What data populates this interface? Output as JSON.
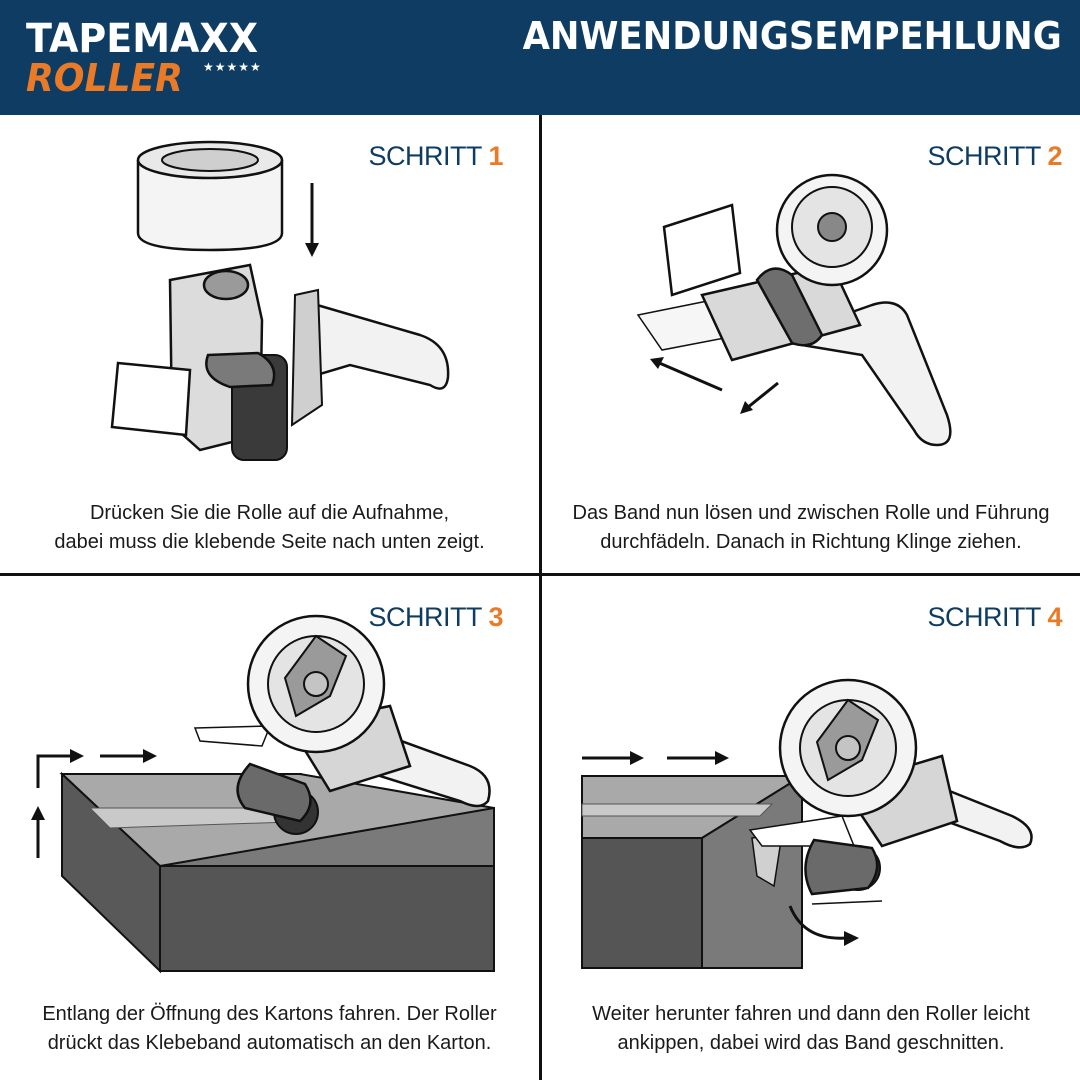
{
  "header": {
    "brand_line1": "TAPEMAXX",
    "brand_line2": "ROLLER",
    "stars": "★★★★★",
    "title": "ANWENDUNGSEMPEHLUNG"
  },
  "steps": [
    {
      "label": "SCHRITT",
      "number": "1",
      "caption_line1": "Drücken Sie die Rolle auf die Aufnahme,",
      "caption_line2": "dabei muss die klebende Seite nach unten zeigt."
    },
    {
      "label": "SCHRITT",
      "number": "2",
      "caption_line1": "Das Band nun lösen und zwischen Rolle und Führung",
      "caption_line2": "durchfädeln. Danach in Richtung Klinge ziehen."
    },
    {
      "label": "SCHRITT",
      "number": "3",
      "caption_line1": "Entlang der Öffnung des Kartons fahren. Der Roller",
      "caption_line2": "drückt das Klebeband automatisch an den Karton."
    },
    {
      "label": "SCHRITT",
      "number": "4",
      "caption_line1": "Weiter herunter fahren und dann den Roller leicht",
      "caption_line2": "ankippen, dabei wird das Band geschnitten."
    }
  ],
  "colors": {
    "header_bg": "#0e3c63",
    "accent_orange": "#ea7a26",
    "dark_blue_text": "#0e3c63"
  }
}
